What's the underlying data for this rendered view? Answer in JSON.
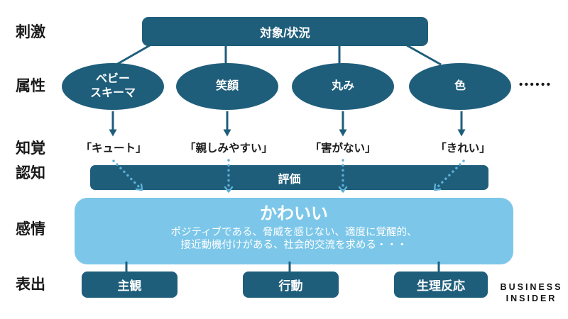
{
  "colors": {
    "dark_teal": "#1F5E7B",
    "light_blue": "#7CC7E9",
    "arrow_blue": "#5FB0D6",
    "text_black": "#1A1A1A",
    "logo_black": "#111111"
  },
  "row_labels": {
    "stimulus": "刺激",
    "attribute": "属性",
    "perception": "知覚",
    "cognition": "認知",
    "emotion": "感情",
    "expression": "表出"
  },
  "diagram": {
    "stimulus_box": "対象/状況",
    "attributes": [
      "ベビー\nスキーマ",
      "笑顔",
      "丸み",
      "色"
    ],
    "ellipsis": "••••••",
    "perceptions": [
      "「キュート」",
      "「親しみやすい」",
      "「害がない」",
      "「きれい」"
    ],
    "cognition_box": "評価",
    "emotion_box": {
      "title": "かわいい",
      "desc_line1": "ポジティブである、脅威を感じない、適度に覚醒的、",
      "desc_line2": "接近動機付けがある、社会的交流を求める・・・"
    },
    "expressions": [
      "主観",
      "行動",
      "生理反応"
    ]
  },
  "logo": {
    "line1": "BUSINESS",
    "line2": "INSIDER"
  }
}
